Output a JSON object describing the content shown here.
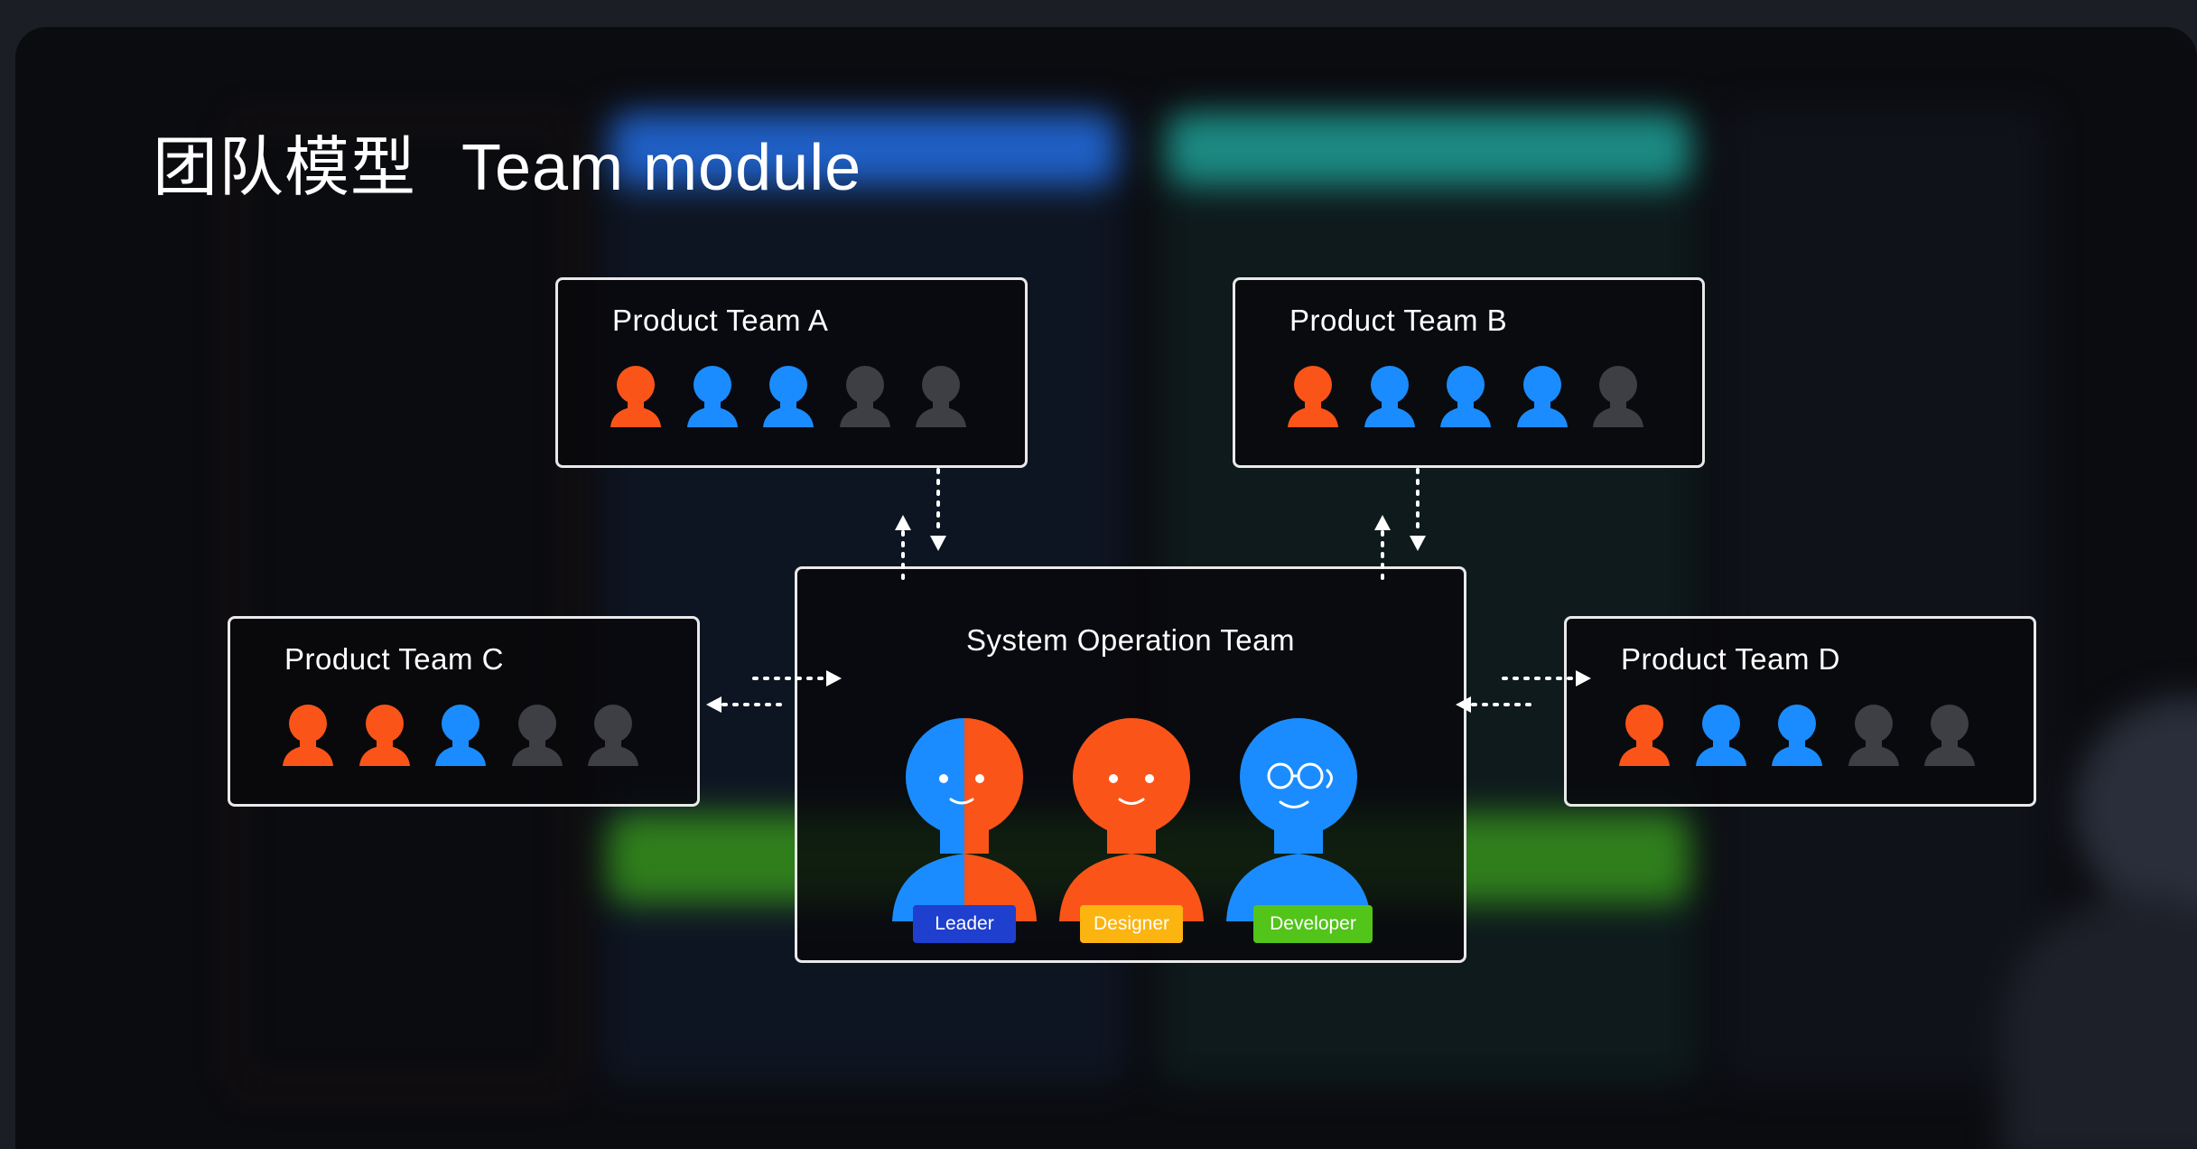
{
  "title": {
    "zh": "团队模型",
    "en": "Team module"
  },
  "colors": {
    "orange": "#fb5418",
    "blue": "#1a8cff",
    "gray": "#3e3f45",
    "leader_badge": "#1f3fcf",
    "designer_badge": "#fbb410",
    "developer_badge": "#52c41a"
  },
  "teams": {
    "a": {
      "name": "Product Team A",
      "members": [
        "orange",
        "blue",
        "blue",
        "gray",
        "gray"
      ]
    },
    "b": {
      "name": "Product Team B",
      "members": [
        "orange",
        "blue",
        "blue",
        "blue",
        "gray"
      ]
    },
    "c": {
      "name": "Product Team C",
      "members": [
        "orange",
        "orange",
        "blue",
        "gray",
        "gray"
      ]
    },
    "d": {
      "name": "Product Team D",
      "members": [
        "orange",
        "blue",
        "blue",
        "gray",
        "gray"
      ]
    }
  },
  "system_team": {
    "name": "System Operation Team",
    "roles": {
      "leader": "Leader",
      "designer": "Designer",
      "developer": "Developer"
    }
  }
}
